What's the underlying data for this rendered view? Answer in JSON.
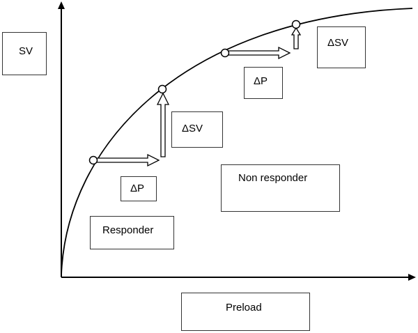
{
  "labels": {
    "y_axis": "SV",
    "x_axis": "Preload",
    "delta_p_low": "ΔP",
    "delta_sv_low": "ΔSV",
    "delta_p_high": "ΔP",
    "delta_sv_high": "ΔSV",
    "responder": "Responder",
    "non_responder": "Non responder"
  }
}
